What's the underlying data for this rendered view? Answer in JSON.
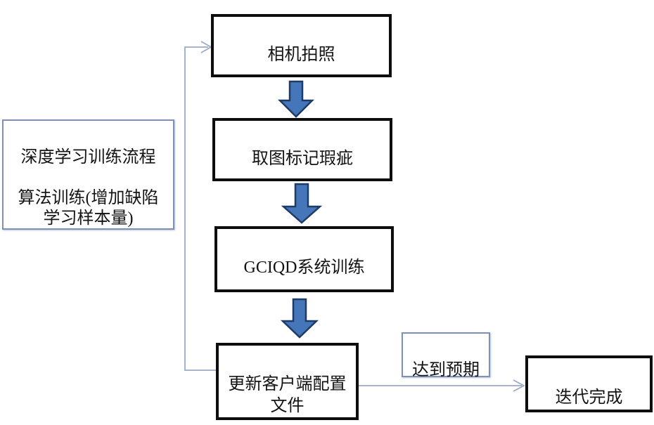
{
  "diagram": {
    "background": "#ffffff",
    "colors": {
      "node_border_dark": "#0d0d0d",
      "node_border_light": "#7c91b5",
      "connector": "#9aa9c7",
      "block_arrow_fill": "#4576b9",
      "block_arrow_stroke": "#1e3a66",
      "text": "#141414"
    },
    "nodes": {
      "camera": {
        "label": "相机拍照"
      },
      "mark": {
        "label": "取图标记瑕疵"
      },
      "train": {
        "label": "GCIQD系统训练"
      },
      "update": {
        "label": "更新客户端配置\n文件"
      },
      "legend": {
        "label": "深度学习训练流程\n\n算法训练(增加缺陷\n学习样本量)"
      },
      "expect": {
        "label": "达到预期"
      },
      "done": {
        "label": "迭代完成"
      }
    },
    "edges": [
      {
        "from": "camera",
        "to": "mark",
        "style": "block-arrow-down"
      },
      {
        "from": "mark",
        "to": "train",
        "style": "block-arrow-down"
      },
      {
        "from": "train",
        "to": "update",
        "style": "block-arrow-down"
      },
      {
        "from": "update",
        "to": "done",
        "style": "thin-arrow",
        "label": "达到预期"
      },
      {
        "from": "update",
        "to": "camera",
        "style": "thin-arrow-loop"
      }
    ]
  }
}
